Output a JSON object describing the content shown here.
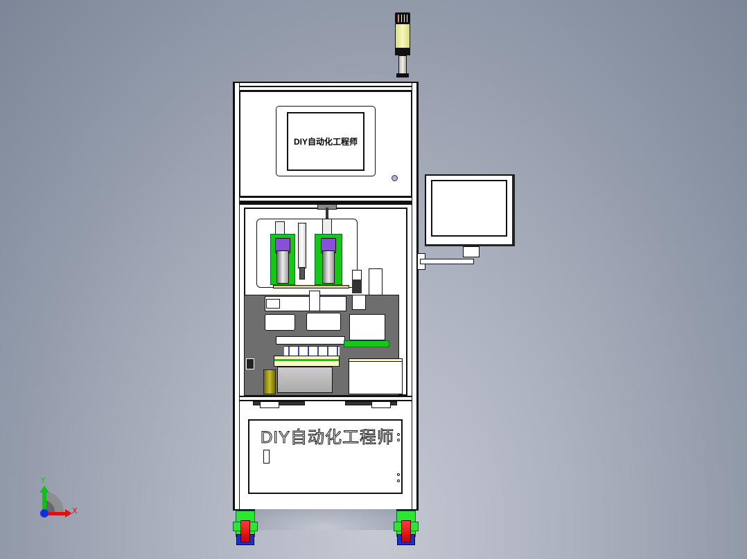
{
  "viewport": {
    "type": "3d-cad-render",
    "background_gradient": [
      "#c4c9d3",
      "#8a93a4"
    ]
  },
  "machine": {
    "name": "automation-workstation-cabinet",
    "hmi_panel": {
      "screen_text": "DIY自动化工程师",
      "estop_color": "#aab4e6"
    },
    "signal_tower": {
      "colors": [
        "#111111",
        "#f0f4a8",
        "#e8dccb"
      ]
    },
    "side_monitor": {
      "screen_text": ""
    },
    "work_area": {
      "accent_colors": {
        "green": "#14c814",
        "purple": "#8a4fd8",
        "gray_plate": "#6e6e6e",
        "olive_motor": "#c6bd2a",
        "yellow_plate": "#fbf7c4"
      }
    },
    "lower_door": {
      "label": "DIY自动化工程师",
      "handle": "▯"
    },
    "casters": {
      "colors": {
        "bracket": "#2ee62e",
        "wheel": "#ff3a3a",
        "base": "#1a2ed6"
      }
    }
  },
  "triad": {
    "x_label": "X",
    "y_label": "Y",
    "x_color": "#e01010",
    "y_color": "#10c010",
    "z_color": "#1030e0"
  }
}
